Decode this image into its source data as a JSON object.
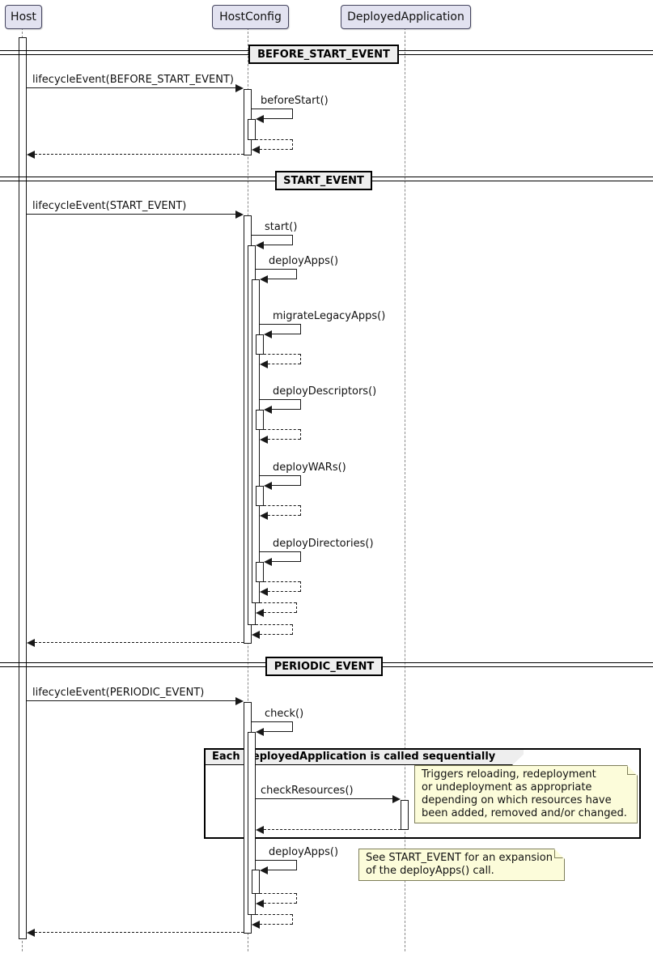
{
  "participants": [
    {
      "name": "Host"
    },
    {
      "name": "HostConfig"
    },
    {
      "name": "DeployedApplication"
    }
  ],
  "dividers": [
    {
      "label": "BEFORE_START_EVENT"
    },
    {
      "label": "START_EVENT"
    },
    {
      "label": "PERIODIC_EVENT"
    }
  ],
  "messages": {
    "lifecycle_before_start": "lifecycleEvent(BEFORE_START_EVENT)",
    "before_start": "beforeStart()",
    "lifecycle_start": "lifecycleEvent(START_EVENT)",
    "start": "start()",
    "deploy_apps": "deployApps()",
    "migrate_legacy_apps": "migrateLegacyApps()",
    "deploy_descriptors": "deployDescriptors()",
    "deploy_wars": "deployWARs()",
    "deploy_directories": "deployDirectories()",
    "lifecycle_periodic": "lifecycleEvent(PERIODIC_EVENT)",
    "check": "check()",
    "check_resources": "checkResources()",
    "deploy_apps_periodic": "deployApps()"
  },
  "group": {
    "label": "Each DeployedApplication is called sequentially"
  },
  "notes": {
    "check_resources_note": "Triggers reloading, redeployment\nor undeployment as appropriate\ndepending on which resources have\nbeen added, removed and/or changed.",
    "deploy_apps_note": "See START_EVENT for an expansion\nof the deployApps() call."
  },
  "colors": {
    "participant_fill": "#e2e2f0",
    "divider_fill": "#eeeeee",
    "group_header_fill": "#eeeeee",
    "note_fill": "#fcfcda",
    "line": "#181818",
    "lifeline": "#8a8a8a"
  }
}
